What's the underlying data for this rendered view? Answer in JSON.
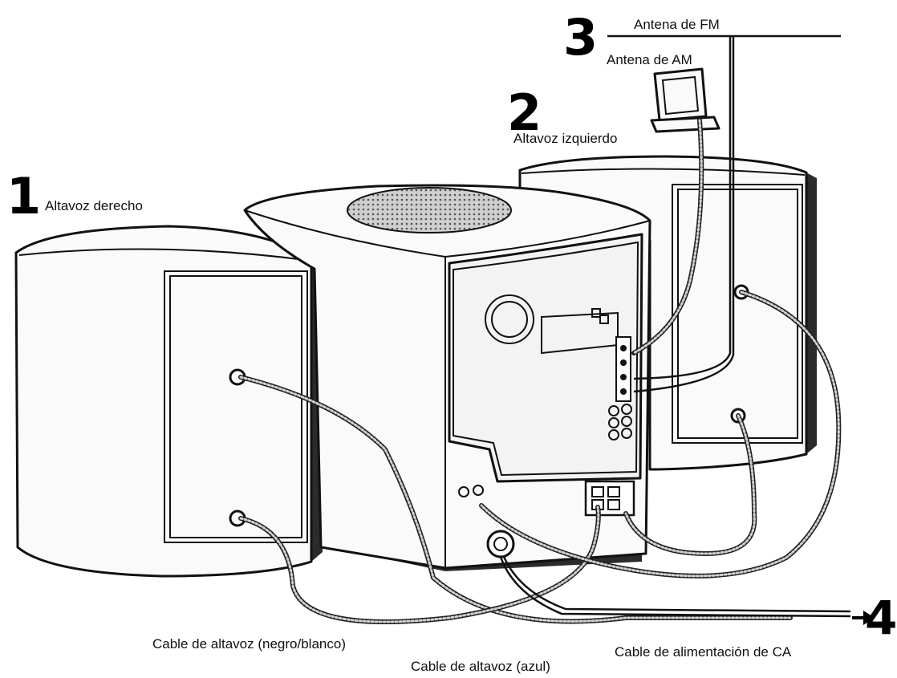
{
  "steps": {
    "step1": {
      "number": "1",
      "label": "Altavoz derecho"
    },
    "step2": {
      "number": "2",
      "label": "Altavoz izquierdo"
    },
    "step3": {
      "number": "3",
      "label": "Antena de FM"
    },
    "step4": {
      "number": "4"
    }
  },
  "labels": {
    "am_antenna": "Antena de AM",
    "speaker_cable_bw": "Cable de altavoz (negro/blanco)",
    "speaker_cable_blue": "Cable de altavoz  (azul)",
    "ac_cable": "Cable de alimentación de CA"
  },
  "icons": {
    "arrow": "right-arrow-icon"
  }
}
